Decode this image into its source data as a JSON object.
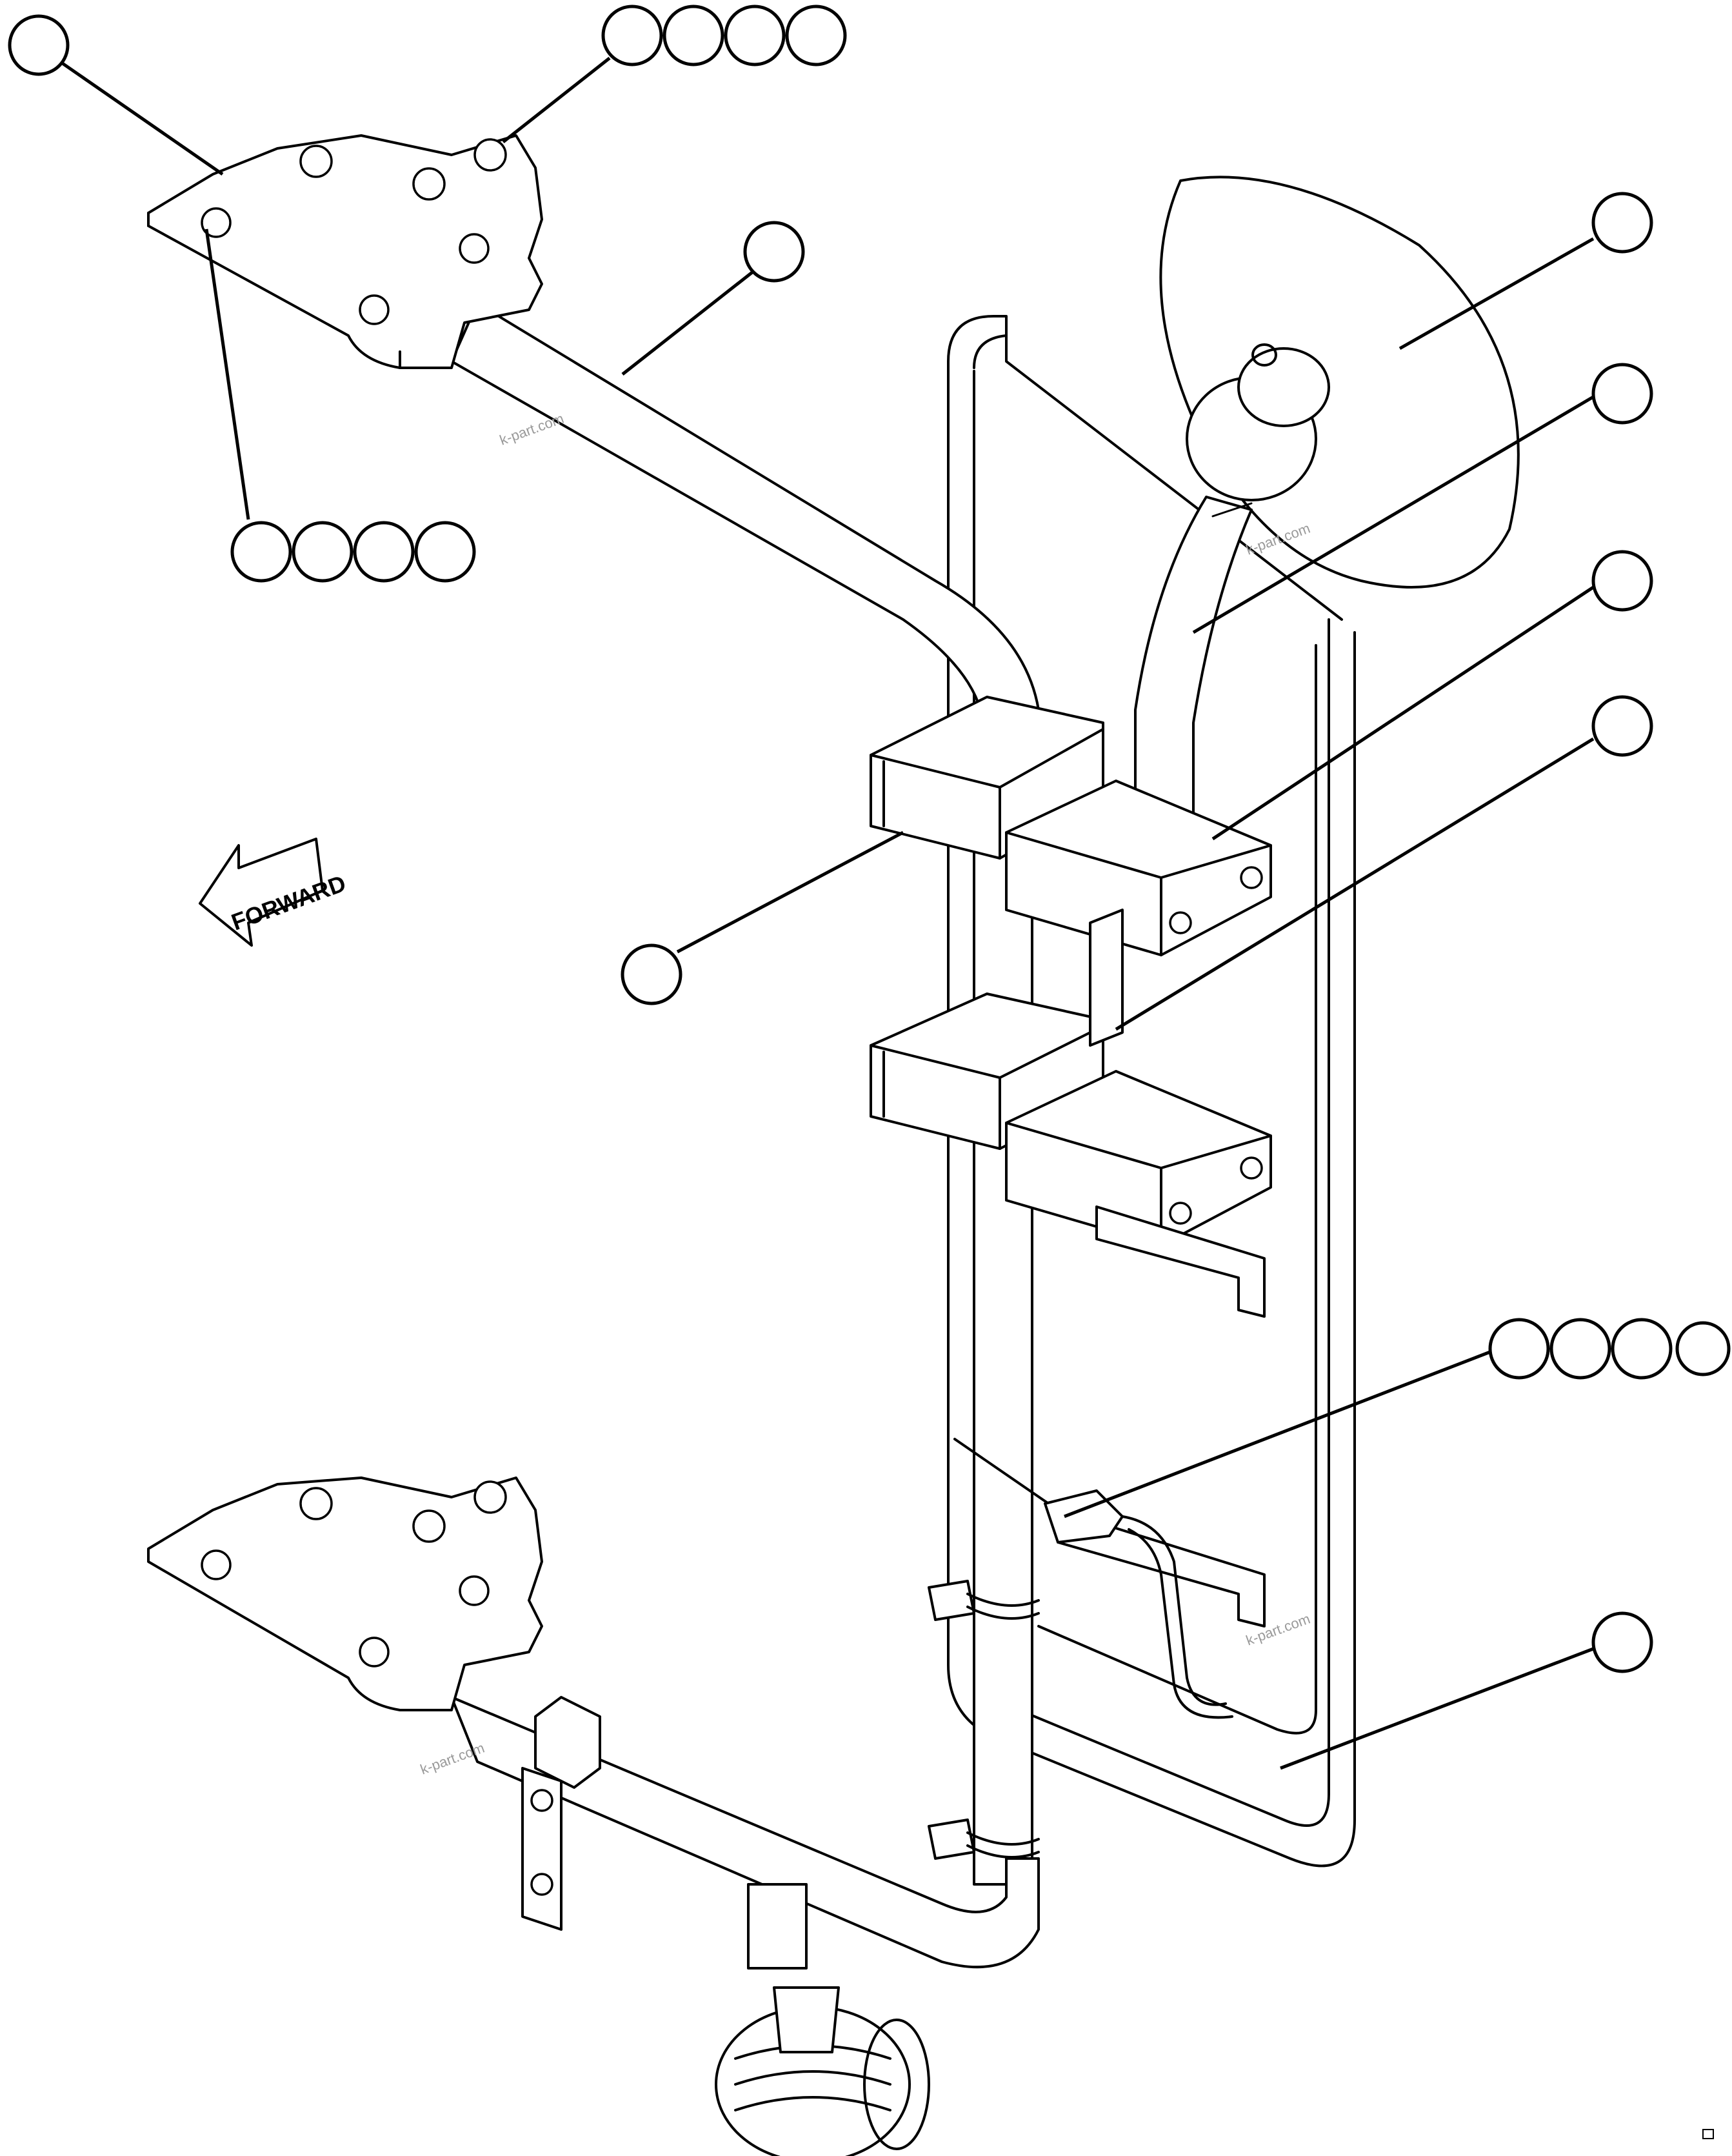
{
  "diagram": {
    "forward_label": "FORWARD",
    "watermark": "k-part.com",
    "callouts": [
      {
        "id": "c1",
        "count": 1
      },
      {
        "id": "c2",
        "count": 4
      },
      {
        "id": "c3",
        "count": 4
      },
      {
        "id": "c4",
        "count": 1
      },
      {
        "id": "c5",
        "count": 1
      },
      {
        "id": "c6",
        "count": 1
      },
      {
        "id": "c7",
        "count": 1
      },
      {
        "id": "c8",
        "count": 1
      },
      {
        "id": "c9",
        "count": 1
      },
      {
        "id": "c10",
        "count": 4
      },
      {
        "id": "c11",
        "count": 1
      }
    ]
  }
}
